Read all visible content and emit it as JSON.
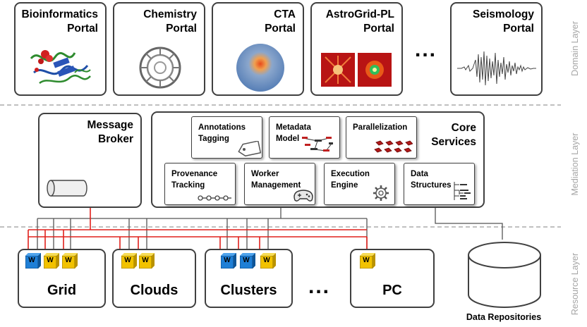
{
  "layers": {
    "domain": "Domain Layer",
    "mediation": "Mediation Layer",
    "resource": "Resource Layer"
  },
  "portals": [
    {
      "title": "Bioinformatics\nPortal",
      "icon": "protein-structure-icon"
    },
    {
      "title": "Chemistry\nPortal",
      "icon": "fullerene-molecule-icon"
    },
    {
      "title": "CTA\nPortal",
      "icon": "sky-map-icon"
    },
    {
      "title": "AstroGrid-PL\nPortal",
      "icon": "astro-simulation-icon"
    },
    {
      "title": "Seismology\nPortal",
      "icon": "seismogram-icon"
    }
  ],
  "portal_ellipsis": "...",
  "message_broker": {
    "title": "Message\nBroker",
    "icon": "message-queue-cylinder-icon"
  },
  "core_services": {
    "title": "Core\nServices",
    "modules": [
      {
        "label": "Annotations\nTagging",
        "icon": "tag-icon"
      },
      {
        "label": "Metadata\nModel",
        "icon": "metadata-graph-icon"
      },
      {
        "label": "Parallelization",
        "icon": "parallel-cubes-icon"
      },
      {
        "label": "Provenance\nTracking",
        "icon": "chain-icon"
      },
      {
        "label": "Worker\nManagement",
        "icon": "gamepad-icon"
      },
      {
        "label": "Execution\nEngine",
        "icon": "gear-icon"
      },
      {
        "label": "Data\nStructures",
        "icon": "tree-structure-icon"
      }
    ]
  },
  "resources": [
    {
      "label": "Grid",
      "workers": [
        "W",
        "W",
        "W"
      ]
    },
    {
      "label": "Clouds",
      "workers": [
        "W",
        "W"
      ]
    },
    {
      "label": "Clusters",
      "workers": [
        "W",
        "W",
        "W"
      ]
    },
    {
      "label": "PC",
      "workers": [
        "W"
      ]
    }
  ],
  "resource_ellipsis": "...",
  "data_repositories": "Data Repositories",
  "colors": {
    "worker_blue": "#1f7fd6",
    "worker_yellow": "#f2c200",
    "broker_link": "#e0201b",
    "connector": "#555555",
    "layer_label": "#a6a6a6"
  }
}
